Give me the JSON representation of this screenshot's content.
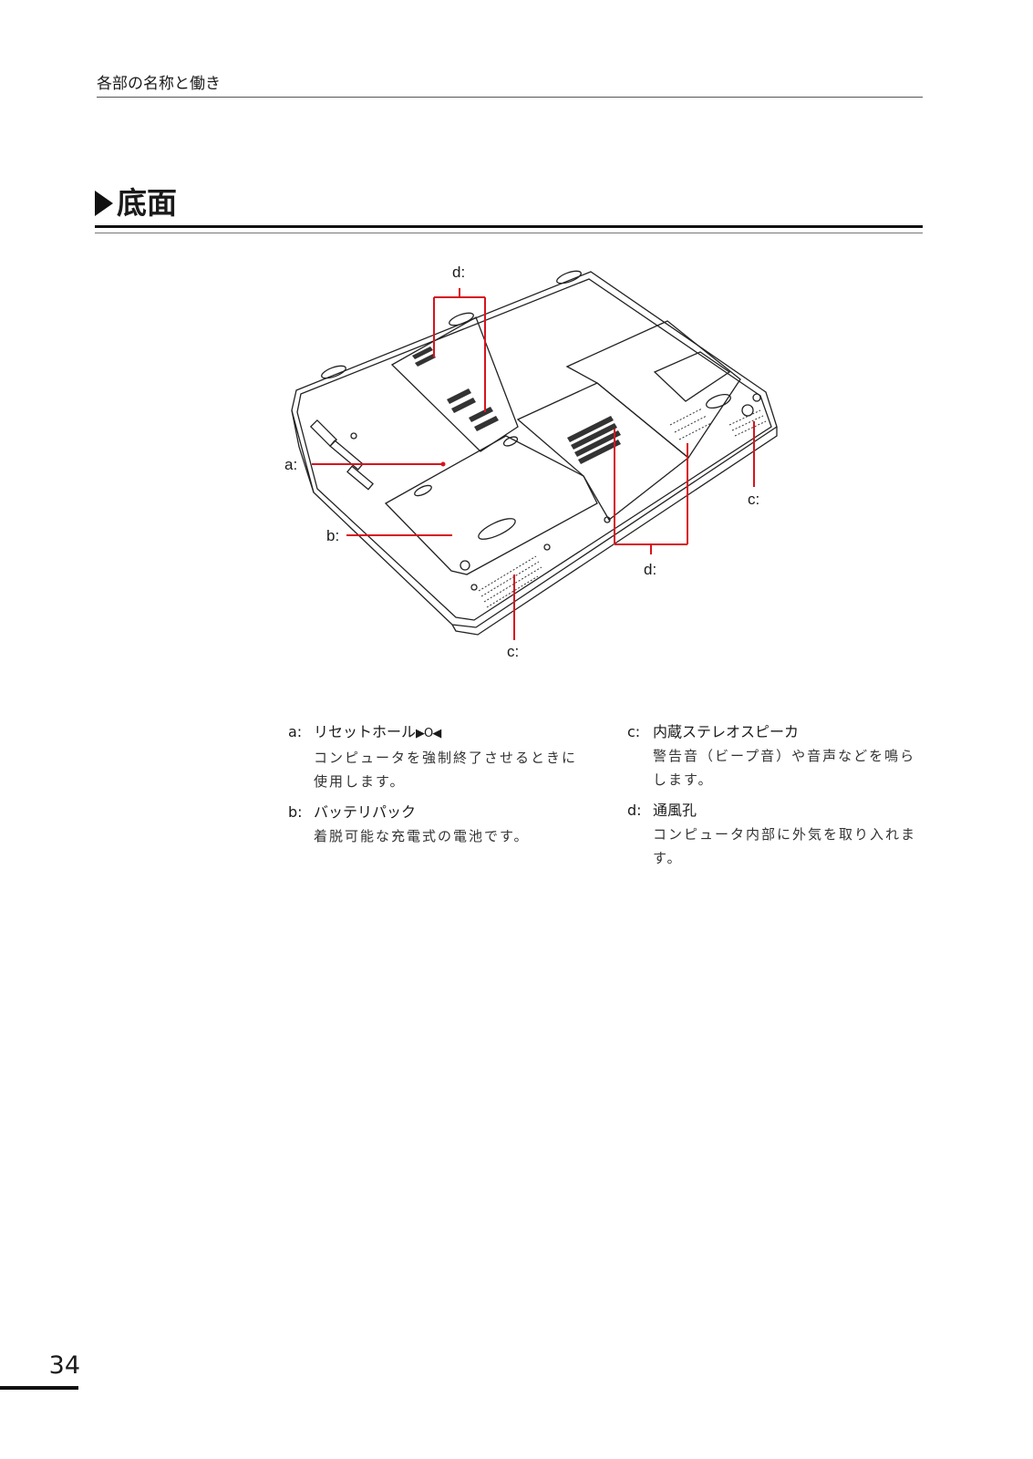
{
  "header": {
    "chapter_title": "各部の名称と働き"
  },
  "section": {
    "title": "底面"
  },
  "figure": {
    "callouts": {
      "a": "a:",
      "b": "b:",
      "c_bottom": "c:",
      "c_right": "c:",
      "d_top": "d:",
      "d_bottom": "d:"
    },
    "callout_color": "#d7141e"
  },
  "descriptions": [
    {
      "letter": "a:",
      "title": "リセットホール",
      "symbol": "▶O◀",
      "body": "コンピュータを強制終了させるときに使用します。"
    },
    {
      "letter": "b:",
      "title": "バッテリパック",
      "body": "着脱可能な充電式の電池です。"
    },
    {
      "letter": "c:",
      "title": "内蔵ステレオスピーカ",
      "body": "警告音（ビープ音）や音声などを鳴らします。"
    },
    {
      "letter": "d:",
      "title": "通風孔",
      "body": "コンピュータ内部に外気を取り入れます。"
    }
  ],
  "page": {
    "number": "34"
  }
}
